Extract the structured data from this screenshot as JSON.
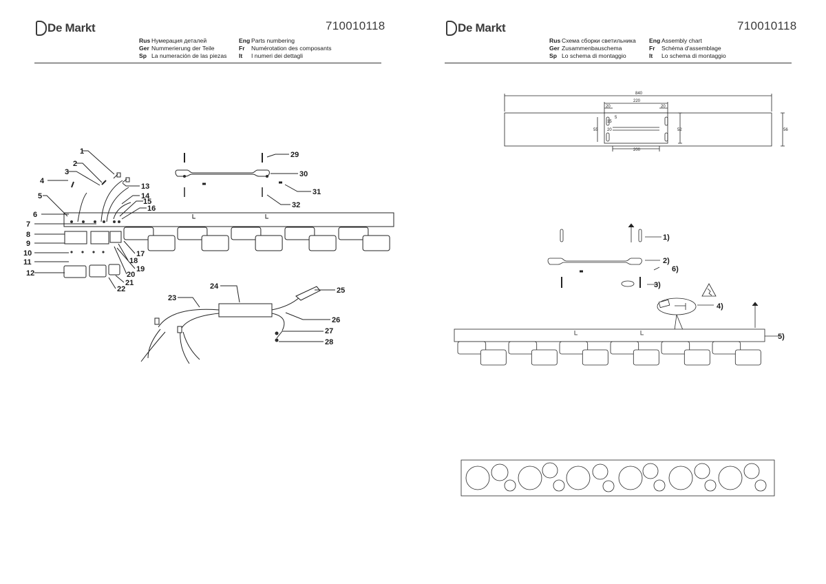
{
  "brand": "De Markt",
  "left_page": {
    "code": "710010118",
    "titles": [
      [
        {
          "lang": "Rus",
          "text": "Нумерация деталей"
        },
        {
          "lang": "Eng",
          "text": "Parts numbering"
        }
      ],
      [
        {
          "lang": "Ger",
          "text": "Nummerierung der Teile"
        },
        {
          "lang": "Fr",
          "text": "Numérotation des composants"
        }
      ],
      [
        {
          "lang": "Sp",
          "text": "La numeración de las piezas"
        },
        {
          "lang": "It",
          "text": "I numeri dei dettagli"
        }
      ]
    ],
    "callouts": [
      "1",
      "2",
      "3",
      "4",
      "5",
      "6",
      "7",
      "8",
      "9",
      "10",
      "11",
      "12",
      "13",
      "14",
      "15",
      "16",
      "17",
      "18",
      "19",
      "20",
      "21",
      "22",
      "23",
      "24",
      "25",
      "26",
      "27",
      "28",
      "29",
      "30",
      "31",
      "32"
    ]
  },
  "right_page": {
    "code": "710010118",
    "titles": [
      [
        {
          "lang": "Rus",
          "text": "Схема сборки светильника"
        },
        {
          "lang": "Eng",
          "text": "Assembly chart"
        }
      ],
      [
        {
          "lang": "Ger",
          "text": "Zusammenbauschema"
        },
        {
          "lang": "Fr",
          "text": "Schéma d'assemblage"
        }
      ],
      [
        {
          "lang": "Sp",
          "text": "Lo schema di montaggio"
        },
        {
          "lang": "It",
          "text": "Lo schema di montaggio"
        }
      ]
    ],
    "dimensions": {
      "total": "840",
      "bracket": "220",
      "left_margin": "20",
      "right_margin": "20",
      "offset": "5",
      "slot": "15",
      "hole": "20",
      "height_inner": "52",
      "height_outer": "56",
      "bar": "200",
      "left_small": "55"
    },
    "steps": [
      "1)",
      "2)",
      "3)",
      "4)",
      "5)",
      "6)"
    ]
  }
}
